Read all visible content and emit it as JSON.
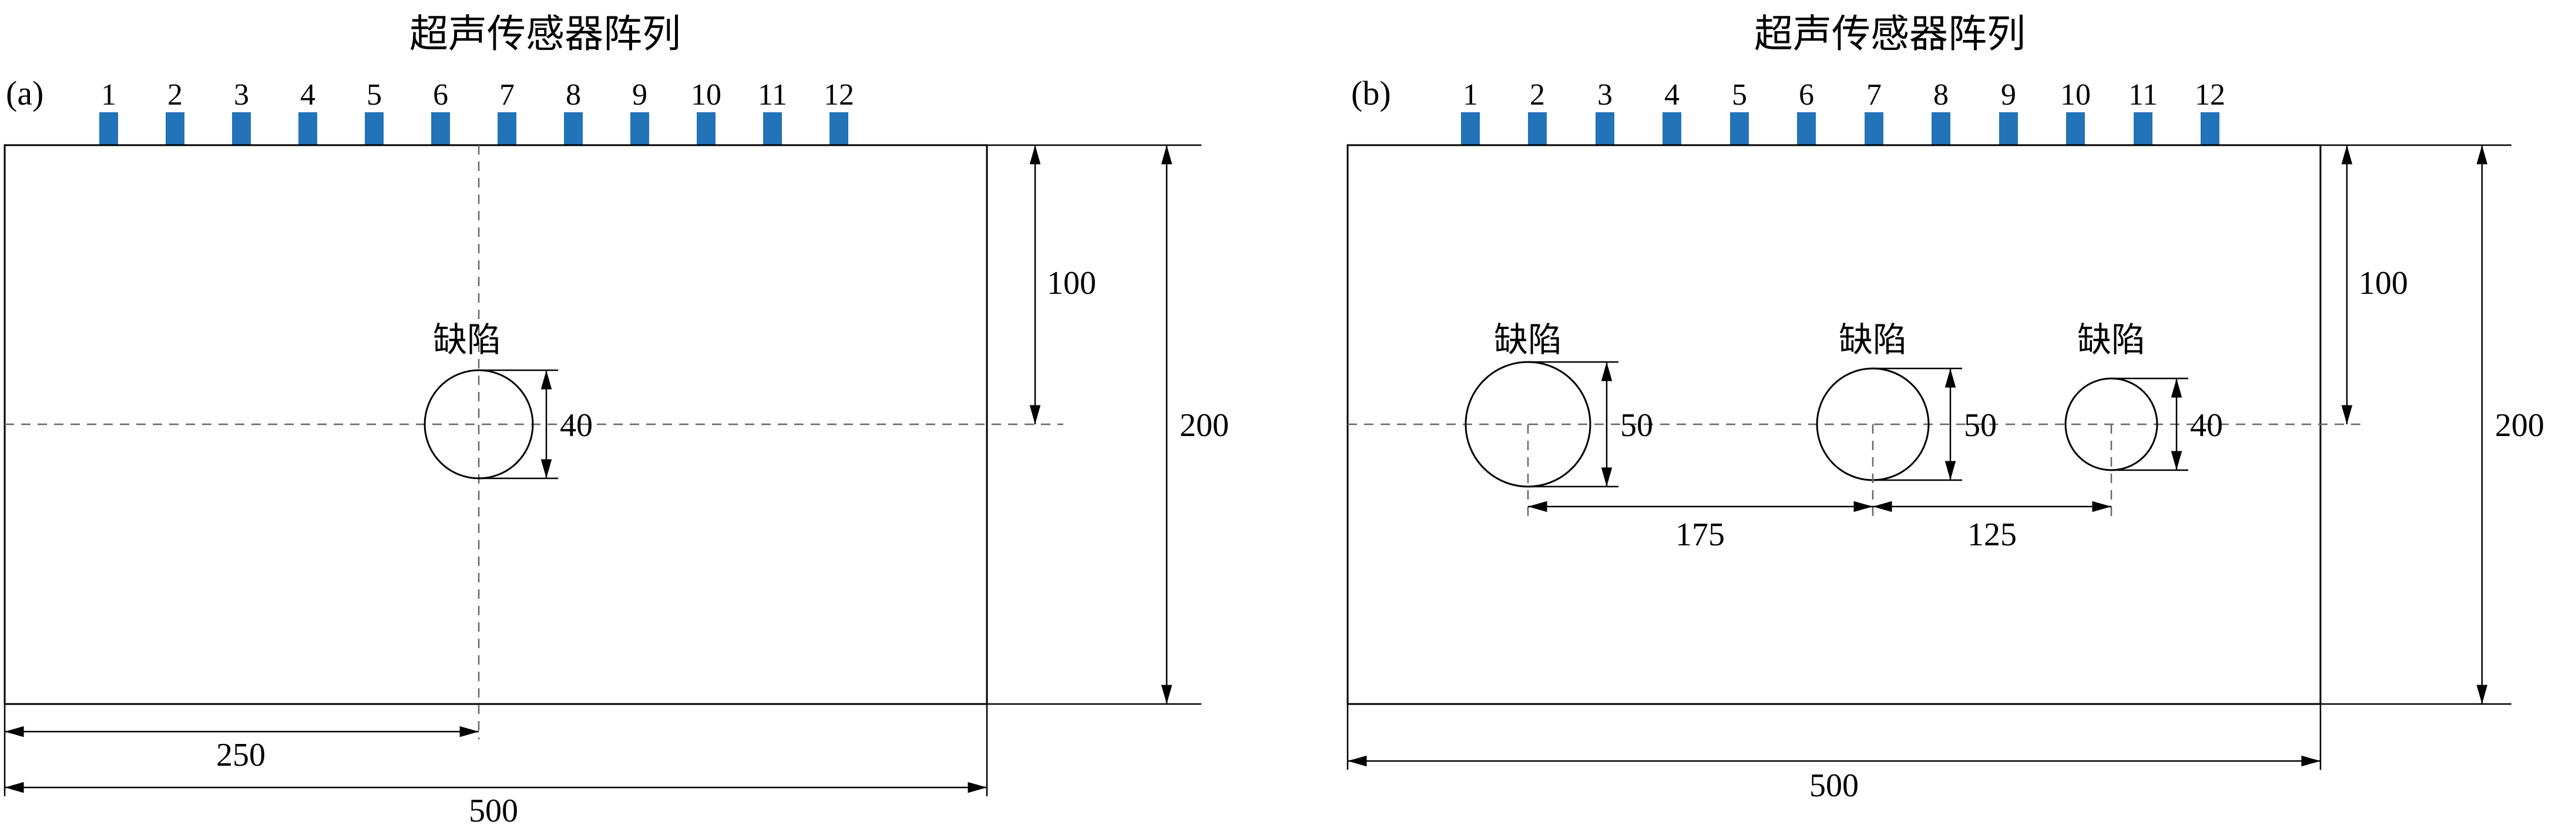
{
  "figure": {
    "sensor_color": "#2373b9",
    "line_color": "#000000"
  },
  "a": {
    "panel_label": "(a)",
    "title": "超声传感器阵列",
    "sensors": [
      "1",
      "2",
      "3",
      "4",
      "5",
      "6",
      "7",
      "8",
      "9",
      "10",
      "11",
      "12"
    ],
    "defect_label": "缺陷",
    "dim_defect_diameter": "40",
    "dim_depth": "100",
    "dim_height": "200",
    "dim_defect_offset": "250",
    "dim_width": "500"
  },
  "b": {
    "panel_label": "(b)",
    "title": "超声传感器阵列",
    "sensors": [
      "1",
      "2",
      "3",
      "4",
      "5",
      "6",
      "7",
      "8",
      "9",
      "10",
      "11",
      "12"
    ],
    "defects": [
      {
        "label": "缺陷",
        "diameter": "50"
      },
      {
        "label": "缺陷",
        "diameter": "50"
      },
      {
        "label": "缺陷",
        "diameter": "40"
      }
    ],
    "dim_spacing_1": "175",
    "dim_spacing_2": "125",
    "dim_depth": "100",
    "dim_height": "200",
    "dim_width": "500"
  }
}
